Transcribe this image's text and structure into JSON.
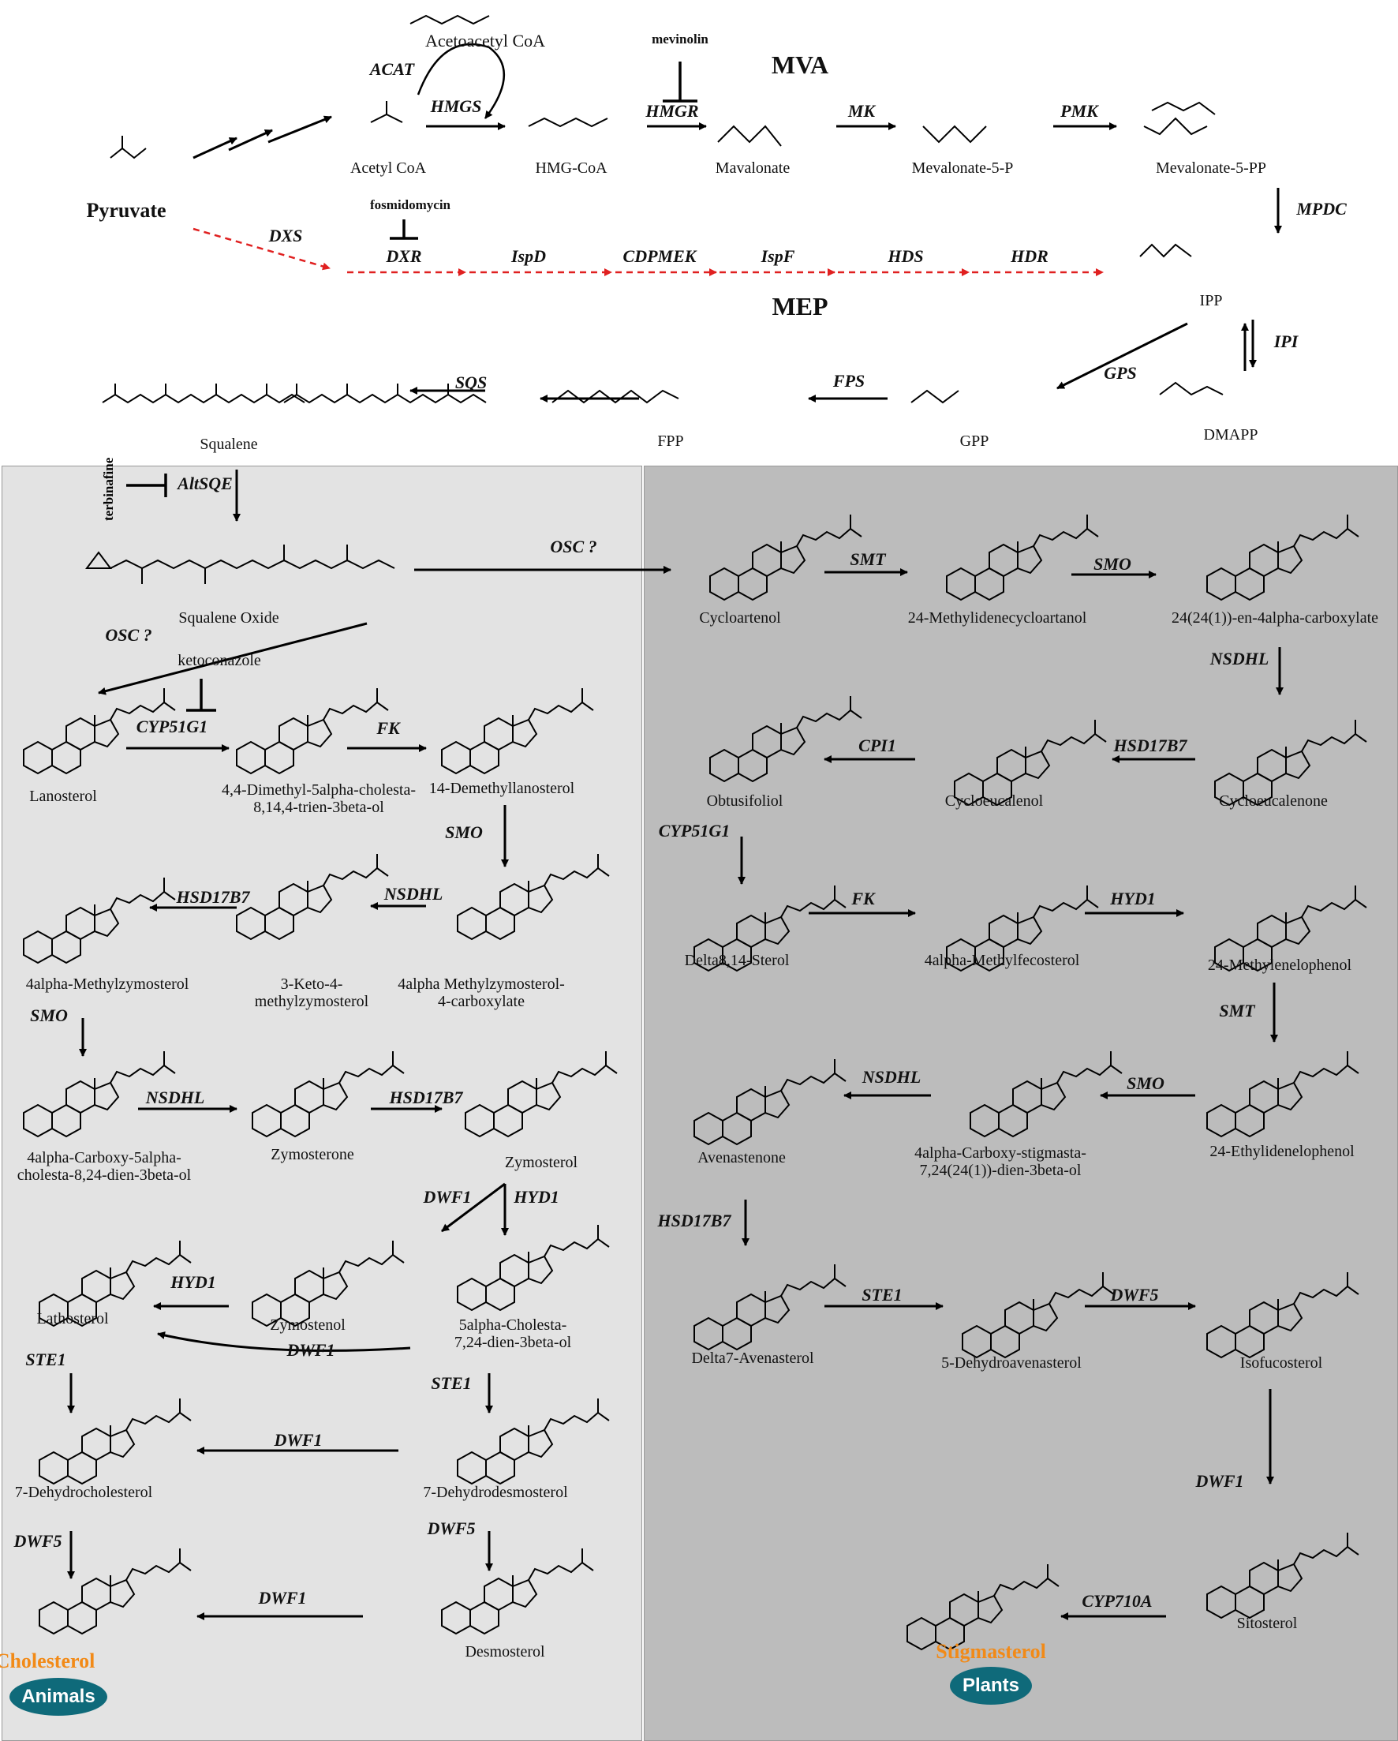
{
  "labels": {
    "mva": "MVA",
    "mep": "MEP",
    "pyruvate": "Pyruvate",
    "acetoacetyl_coa": "Acetoacetyl CoA",
    "acetyl_coa": "Acetyl CoA",
    "hmg_coa": "HMG-CoA",
    "mavalonate": "Mavalonate",
    "mevalonate_5p": "Mevalonate-5-P",
    "mevalonate_5pp": "Mevalonate-5-PP",
    "ipp": "IPP",
    "dmapp": "DMAPP",
    "gpp": "GPP",
    "fpp": "FPP",
    "squalene": "Squalene",
    "squalene_oxide": "Squalene Oxide",
    "lanosterol": "Lanosterol",
    "dimethyl_cholesta": "4,4-Dimethyl-5alpha-cholesta-\n8,14,4-trien-3beta-ol",
    "demethyllanosterol": "14-Demethyllanosterol",
    "methylzymosterol_carboxylate": "4alpha Methylzymosterol-\n4-carboxylate",
    "keto_methylzymosterol": "3-Keto-4-\nmethylzymosterol",
    "methylzymosterol": "4alpha-Methylzymosterol",
    "carboxy_cholesta": "4alpha-Carboxy-5alpha-\ncholesta-8,24-dien-3beta-ol",
    "zymosterone": "Zymosterone",
    "zymosterol": "Zymosterol",
    "lathosterol": "Lathosterol",
    "zymostenol": "Zymostenol",
    "cholesta_dien": "5alpha-Cholesta-\n7,24-dien-3beta-ol",
    "dehydrocholesterol": "7-Dehydrocholesterol",
    "dehydrodesmosterol": "7-Dehydrodesmosterol",
    "desmosterol": "Desmosterol",
    "cholesterol": "Cholesterol",
    "animals": "Animals",
    "cycloartenol": "Cycloartenol",
    "methylidenecycloartanol": "24-Methylidenecycloartanol",
    "en_carboxylate": "24(24(1))-en-4alpha-carboxylate",
    "obtusifoliol": "Obtusifoliol",
    "cycloeucalenol": "Cycloeucalenol",
    "cycloeucalenone": "Cycloeucalenone",
    "delta_sterol": "Delta8,14-Sterol",
    "methylfecosterol": "4alpha-Methylfecosterol",
    "methylenelophenol": "24-Methylenelophenol",
    "avenastenone": "Avenastenone",
    "carboxy_stigmasta": "4alpha-Carboxy-stigmasta-\n7,24(24(1))-dien-3beta-ol",
    "ethylidenelophenol": "24-Ethylidenelophenol",
    "delta7_avenasterol": "Delta7-Avenasterol",
    "dehydroavenasterol": "5-Dehydroavenasterol",
    "isofucosterol": "Isofucosterol",
    "sitosterol": "Sitosterol",
    "stigmasterol": "Stigmasterol",
    "plants": "Plants"
  },
  "enzymes": {
    "acat": "ACAT",
    "hmgs": "HMGS",
    "hmgr": "HMGR",
    "mk": "MK",
    "pmk": "PMK",
    "mpdc": "MPDC",
    "dxs": "DXS",
    "dxr": "DXR",
    "ispd": "IspD",
    "cdpmek": "CDPMEK",
    "ispf": "IspF",
    "hds": "HDS",
    "hdr": "HDR",
    "ipi": "IPI",
    "gps": "GPS",
    "fps": "FPS",
    "sqs": "SQS",
    "altsqe": "AltSQE",
    "osc_q1": "OSC ?",
    "osc_q2": "OSC ?",
    "cyp51g1_a": "CYP51G1",
    "fk_a": "FK",
    "smo_a": "SMO",
    "nsdhl_a": "NSDHL",
    "hsd17b7_a": "HSD17B7",
    "smo_b": "SMO",
    "nsdhl_b": "NSDHL",
    "hsd17b7_b": "HSD17B7",
    "dwf1_a": "DWF1",
    "hyd1_a": "HYD1",
    "hyd1_b": "HYD1",
    "dwf1_b": "DWF1",
    "ste1_a": "STE1",
    "ste1_b": "STE1",
    "dwf1_c": "DWF1",
    "dwf5_a": "DWF5",
    "dwf5_b": "DWF5",
    "dwf1_d": "DWF1",
    "smt_a": "SMT",
    "smo_c": "SMO",
    "nsdhl_c": "NSDHL",
    "hsd17b7_c": "HSD17B7",
    "cpi1": "CPI1",
    "cyp51g1_b": "CYP51G1",
    "fk_b": "FK",
    "hyd1_c": "HYD1",
    "smt_b": "SMT",
    "smo_d": "SMO",
    "nsdhl_d": "NSDHL",
    "hsd17b7_d": "HSD17B7",
    "ste1_c": "STE1",
    "dwf5_c": "DWF5",
    "dwf1_e": "DWF1",
    "cyp710a": "CYP710A"
  },
  "inhibitors": {
    "mevinolin": "mevinolin",
    "fosmidomycin": "fosmidomycin",
    "terbinafine": "terbinafine",
    "ketoconazole": "ketoconazole"
  },
  "colors": {
    "animal_panel": "#e3e3e3",
    "plant_panel": "#bcbcbc",
    "mep_arrow": "#e02020",
    "product_text": "#f28a17",
    "badge": "#0f6a7a"
  }
}
